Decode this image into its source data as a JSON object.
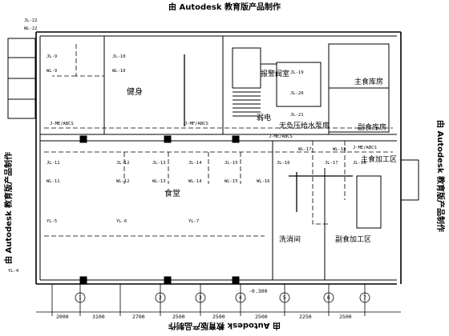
{
  "watermark": {
    "top": "由 Autodesk 教育版产品制作",
    "bottom": "由 Autodesk 教育版产品制作",
    "left": "由 Autodesk 教育版产品制作",
    "right": "由 Autodesk 教育版产品制作"
  },
  "rooms": {
    "gym": "健身",
    "alarm_valve": "报警阀室",
    "weak_current": "弱电",
    "pump_room": "无负压给水泵房",
    "main_storage": "主食库房",
    "side_storage": "副食库房",
    "main_processing": "主食加工区",
    "canteen": "食堂",
    "dish_wash": "洗消间",
    "side_processing": "副食加工区"
  },
  "risers": {
    "jl22": "JL-22",
    "wl22": "WL-22",
    "jl9": "JL-9",
    "wl9": "WL-9",
    "jl10": "JL-10",
    "wl10": "WL-10",
    "jl11": "JL-11",
    "wl11": "WL-11",
    "jl12": "JL-12",
    "wl12": "WL-12",
    "jl13": "JL-13",
    "wl13": "WL-13",
    "jl14": "JL-14",
    "wl14": "WL-14",
    "jl15": "JL-15",
    "wl15": "WL-15",
    "jl16": "JL-16",
    "wl16": "WL-16",
    "jl17": "JL-17",
    "wl17": "WL-17",
    "jl18": "JL-18",
    "wl18": "WL-18",
    "jl19": "JL-19",
    "jl20": "JL-20",
    "jl21": "JL-21",
    "yl4": "YL-4",
    "yl5": "YL-5",
    "yl6": "YL-6",
    "yl7": "YL-7",
    "pipe_a": "J-ME/ABCS",
    "pipe_b": "J-MF/ABCS",
    "pipe_c": "J-ME/ABCS",
    "pipe_d": "J-ME/ABCS",
    "elev": "-0.300"
  },
  "dimensions": {
    "d1": "2000",
    "d2": "3100",
    "d3": "2700",
    "d4": "2500",
    "d5": "2500",
    "d6": "2500",
    "d7": "2250",
    "d8": "2500"
  },
  "axes": {
    "a1": "1",
    "a2": "2",
    "a3": "3",
    "a4": "4",
    "a5": "5",
    "a6": "6",
    "a7": "7"
  }
}
